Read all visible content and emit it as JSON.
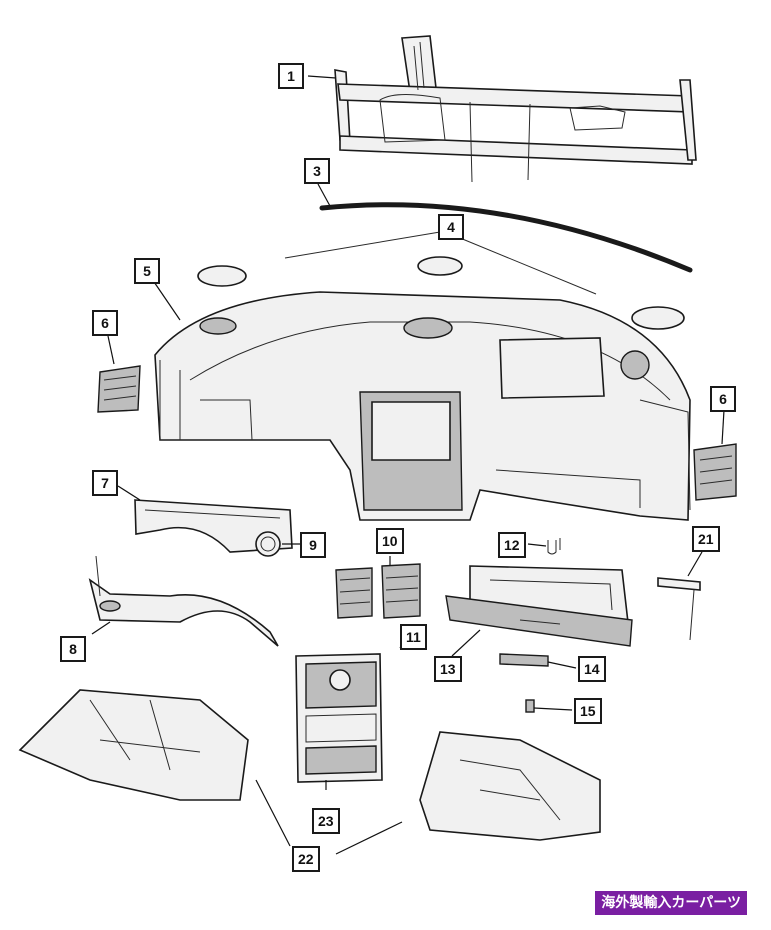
{
  "callouts": [
    {
      "id": "c1",
      "label": "1"
    },
    {
      "id": "c3",
      "label": "3"
    },
    {
      "id": "c4",
      "label": "4"
    },
    {
      "id": "c5",
      "label": "5"
    },
    {
      "id": "c6a",
      "label": "6"
    },
    {
      "id": "c6b",
      "label": "6"
    },
    {
      "id": "c7",
      "label": "7"
    },
    {
      "id": "c8",
      "label": "8"
    },
    {
      "id": "c9",
      "label": "9"
    },
    {
      "id": "c10",
      "label": "10"
    },
    {
      "id": "c11",
      "label": "11"
    },
    {
      "id": "c12",
      "label": "12"
    },
    {
      "id": "c13",
      "label": "13"
    },
    {
      "id": "c14",
      "label": "14"
    },
    {
      "id": "c15",
      "label": "15"
    },
    {
      "id": "c21",
      "label": "21"
    },
    {
      "id": "c22",
      "label": "22"
    },
    {
      "id": "c23",
      "label": "23"
    }
  ],
  "watermark": {
    "text": "海外製輸入カーパーツ",
    "color": "#7a1fa2"
  }
}
